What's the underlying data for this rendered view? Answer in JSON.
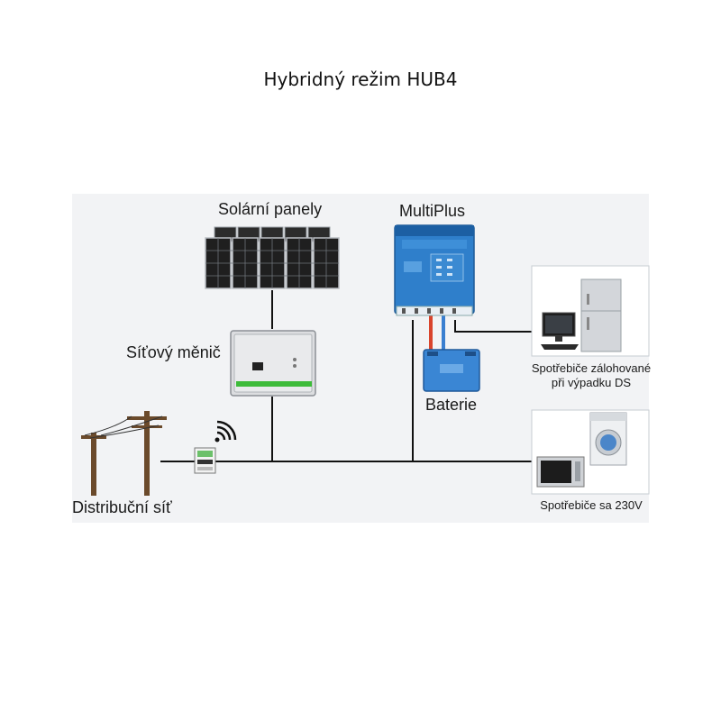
{
  "title": "Hybridný režim HUB4",
  "labels": {
    "solar": "Solární panely",
    "multiplus": "MultiPlus",
    "inverter": "Síťový měnič",
    "battery": "Baterie",
    "grid": "Distribuční síť",
    "backup_line1": "Spotřebiče zálohované",
    "backup_line2": "při výpadku DS",
    "loads": "Spotřebiče sa 230V"
  },
  "icons": {
    "solar": "solar-panel-icon",
    "multiplus": "inverter-charger-icon",
    "inverter": "grid-inverter-icon",
    "battery": "battery-icon",
    "pole": "power-pole-icon",
    "meter": "energy-meter-icon",
    "wifi": "wireless-icon",
    "computer": "computer-icon",
    "fridge": "fridge-icon",
    "microwave": "microwave-icon",
    "washer": "washing-machine-icon"
  },
  "colors": {
    "multiplus": "#2f7fcb",
    "battery": "#3a86d4",
    "wire_positive": "#d9442c",
    "wire_negative": "#3a7fd0",
    "inverter_stripe": "#3dbb3a"
  }
}
